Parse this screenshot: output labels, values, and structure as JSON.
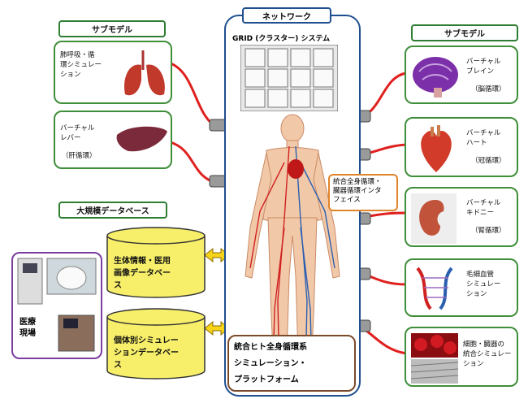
{
  "network": {
    "title": "ネットワーク",
    "grid_label": "GRID (クラスター) システム"
  },
  "left_submodel_title": "サブモデル",
  "right_submodel_title": "サブモデル",
  "left_models": [
    {
      "label": "肺呼吸・循\n環シミュレー\nション"
    },
    {
      "label": "バーチャル\nレバー",
      "sub": "（肝循環）"
    }
  ],
  "right_models": [
    {
      "label": "バーチャル\nブレイン",
      "sub": "（脳循環）"
    },
    {
      "label": "バーチャル\nハート",
      "sub": "（冠循環）"
    },
    {
      "label": "バーチャル\nキドニー",
      "sub": "（腎循環）"
    },
    {
      "label": "毛細血管\nシミュレー\nション"
    },
    {
      "label": "細胞・臓器の\n統合シミュレー\nション"
    }
  ],
  "database": {
    "title": "大規模データベース",
    "items": [
      "生体情報・医用\n画像データベー\nス",
      "個体別シミュレー\nションデータベー\nス"
    ]
  },
  "medical_site": "医療\n現場",
  "interface_label": "統合全身循環・\n臓器循環インタ\nフェイス",
  "platform_label": "統合ヒト全身循環系\nシミュレーション・\nプラットフォーム",
  "colors": {
    "green": "#3f8f3a",
    "blue": "#1f4f8f",
    "red": "#e0201e",
    "yellow": "#f7ef6a",
    "purple": "#7b3fa0"
  }
}
